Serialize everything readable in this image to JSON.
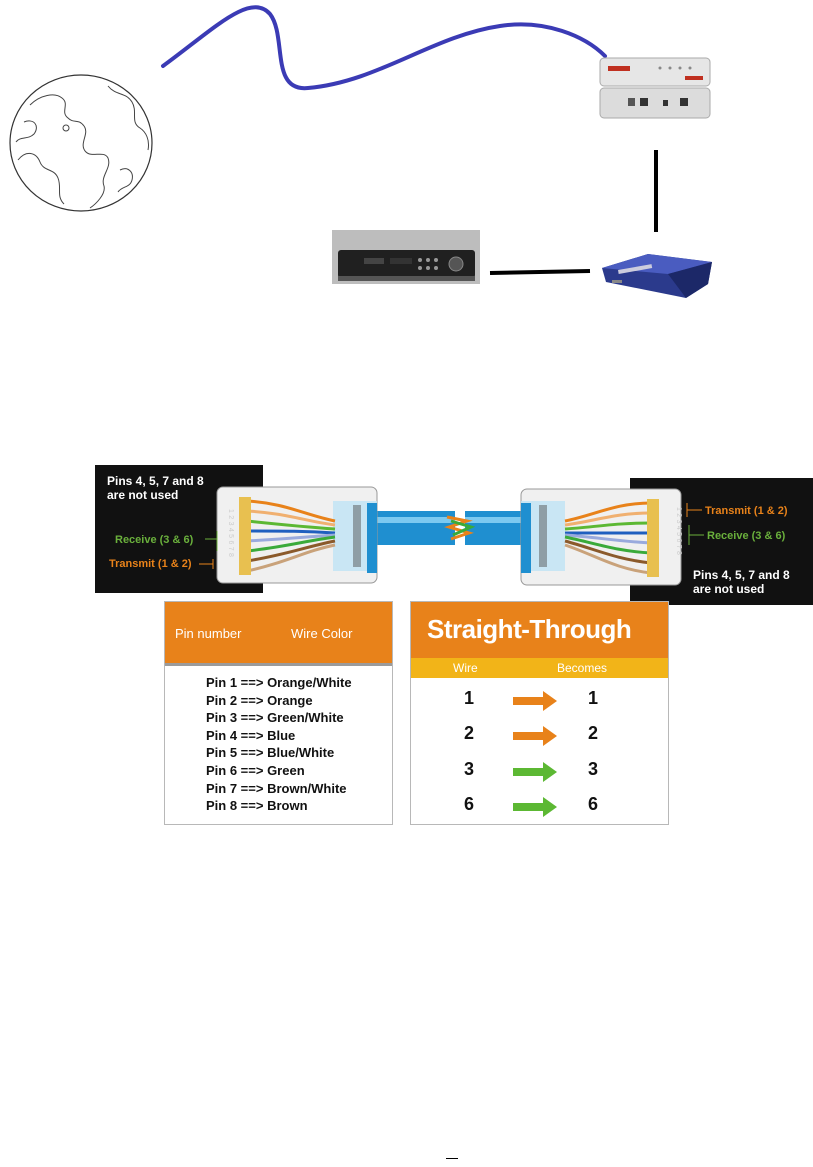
{
  "diagram": {
    "connectors": {
      "left": {
        "note": "Pins 4, 5, 7 and 8\nare not used",
        "receive": "Receive (3 & 6)",
        "transmit": "Transmit (1 & 2)",
        "pin_numbers": "12345678"
      },
      "right": {
        "note": "Pins 4, 5, 7 and 8\nare not used",
        "receive": "Receive (3 & 6)",
        "transmit": "Transmit (1 & 2)",
        "pin_numbers": "12345678"
      }
    },
    "pin_table": {
      "header_pin": "Pin number",
      "header_color": "Wire Color",
      "rows": [
        "Pin 1 ==> Orange/White",
        "Pin 2 ==> Orange",
        "Pin 3 ==> Green/White",
        "Pin 4 ==> Blue",
        "Pin 5 ==> Blue/White",
        "Pin 6 ==> Green",
        "Pin 7 ==> Brown/White",
        "Pin 8 ==> Brown"
      ]
    },
    "straight_through": {
      "title": "Straight-Through",
      "col_wire": "Wire",
      "col_becomes": "Becomes",
      "rows": [
        {
          "wire": "1",
          "becomes": "1",
          "arrow_color": "#e8821a"
        },
        {
          "wire": "2",
          "becomes": "2",
          "arrow_color": "#e8821a"
        },
        {
          "wire": "3",
          "becomes": "3",
          "arrow_color": "#5cb833"
        },
        {
          "wire": "6",
          "becomes": "6",
          "arrow_color": "#5cb833"
        }
      ]
    },
    "colors": {
      "orange": "#e8821a",
      "green": "#6ab03c",
      "yellow": "#f2b418",
      "internet_line": "#3b3bb5"
    }
  }
}
